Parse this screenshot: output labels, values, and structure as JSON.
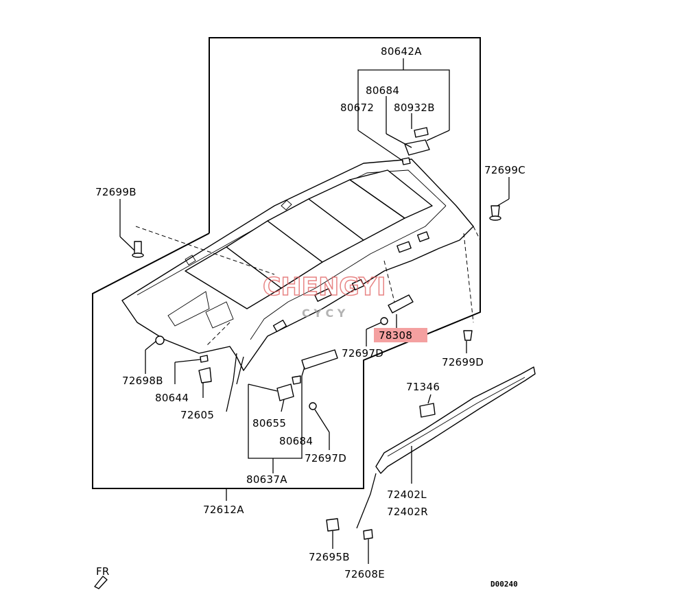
{
  "labels": {
    "p80642A": "80642A",
    "p80684_top": "80684",
    "p80672": "80672",
    "p80932B": "80932B",
    "p72699C": "72699C",
    "p72699B": "72699B",
    "p78308": "78308",
    "p72697D_a": "72697D",
    "p72699D": "72699D",
    "p72698B": "72698B",
    "p80644": "80644",
    "p72605": "72605",
    "p71346": "71346",
    "p80655": "80655",
    "p80684_bottom": "80684",
    "p72697D_b": "72697D",
    "p80637A": "80637A",
    "p72402L": "72402L",
    "p72402R": "72402R",
    "p72612A": "72612A",
    "p72695B": "72695B",
    "p72608E": "72608E",
    "fr": "FR",
    "code": "D00240"
  },
  "watermark": {
    "main": "CHENGYI",
    "sub": "C Y C Y",
    "color": "#e05a5a"
  },
  "highlight_color": "#f4a0a0"
}
